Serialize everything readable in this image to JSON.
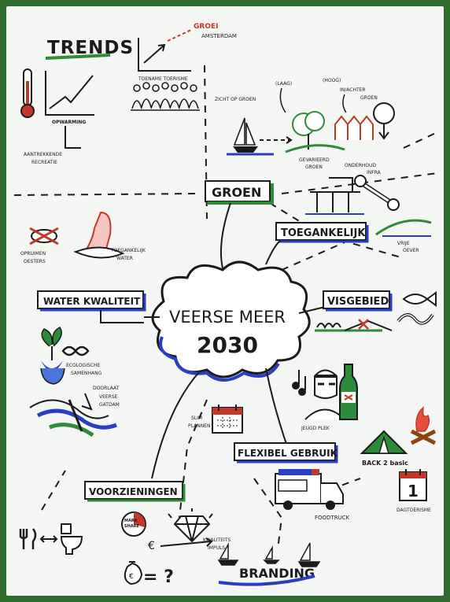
{
  "title": {
    "line1": "VEERSE MEER",
    "line2": "2030"
  },
  "trends": {
    "heading": "TRENDS",
    "growth_label": "GROEI",
    "amsterdam": "AMSTERDAM",
    "toename": "TOENAME TOERISME",
    "opwarming": "OPWARMING",
    "recreatie": [
      "AANTREKKENDE",
      "RECREATIE"
    ]
  },
  "groen": {
    "box": "GROEN",
    "zicht": "ZICHT OP GROEN",
    "laag": "(LAAG)",
    "hoog": [
      "(HOOG)",
      "IN/ACHTER",
      "GROEN"
    ],
    "gevarieerd": [
      "GEVARIEERD",
      "GROEN"
    ],
    "onderhoud": [
      "ONDERHOUD",
      "INFRA"
    ]
  },
  "toegankelijk": {
    "box": "TOEGANKELIJK",
    "vrije": [
      "VRIJE",
      "OEVER"
    ]
  },
  "water": {
    "box": "WATER KWALITEIT",
    "oesters": [
      "OPRUIMEN",
      "OESTERS"
    ],
    "toegankelijk_water": [
      "TOEGANKELIJK",
      "WATER"
    ],
    "ecologisch": [
      "ECOLOGISCHE",
      "SAMENHANG"
    ],
    "doorlaat": [
      "DOORLAAT",
      "VEERSE",
      "GATDAM"
    ]
  },
  "visgebied": {
    "box": "VISGEBIED"
  },
  "flexibel": {
    "box": "FLEXIBEL GEBRUIK",
    "slim": [
      "SLIM",
      "PLANNEN"
    ],
    "jeugd": "JEUGD PLEK",
    "back2basic": "BACK 2 basic",
    "foodtruck": "FOODTRUCK",
    "dagtoerisme": "DAGTOERISME",
    "calendar_number": "1"
  },
  "voorzieningen": {
    "box": "VOORZIENINGEN",
    "mark_share": [
      "MARK",
      "SHARE"
    ],
    "kwaliteit": [
      "KWALITEITS",
      "IMPULS"
    ],
    "euro": "€",
    "euro_eq": "= ?"
  },
  "branding": {
    "label": "BRANDING"
  },
  "colors": {
    "ink": "#1b1b1b",
    "green": "#2e8b3a",
    "blue": "#2a3fbf",
    "red": "#c0392b",
    "board_border": "#2f6b2f"
  },
  "icons": [
    "thermometer-icon",
    "growth-chart-icon",
    "crowd-icon",
    "sailboat-icon",
    "tree-icon",
    "beach-huts-icon",
    "bridge-icon",
    "wrench-icon",
    "oyster-icon",
    "foot-icon",
    "sprout-icon",
    "infinity-icon",
    "fish-icon",
    "eel-icon",
    "calendar-icon",
    "guitar-icon",
    "person-icon",
    "bottle-icon",
    "tent-icon",
    "campfire-icon",
    "foodtruck-icon",
    "diamond-icon",
    "cutlery-icon",
    "toilet-icon",
    "money-bag-icon"
  ]
}
